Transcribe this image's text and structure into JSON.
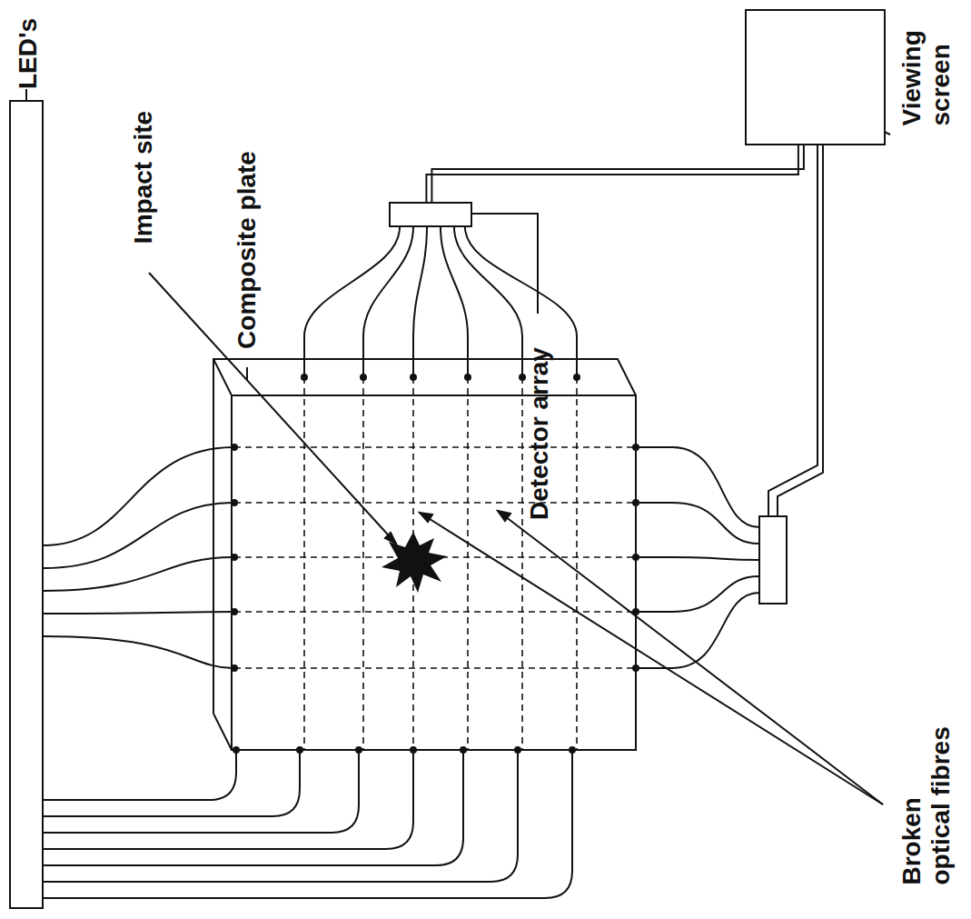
{
  "diagram": {
    "nodes": [
      {
        "text": [
          "LED's"
        ]
      },
      {
        "text": [
          "Viewing screen"
        ]
      },
      {
        "text": [
          "Detector array"
        ]
      }
    ],
    "edges": [
      {
        "from": 2,
        "to": 1,
        "arrow": "none"
      }
    ],
    "labels": [
      "Impact site",
      "Composite plate",
      "Broken optical fibres"
    ]
  }
}
